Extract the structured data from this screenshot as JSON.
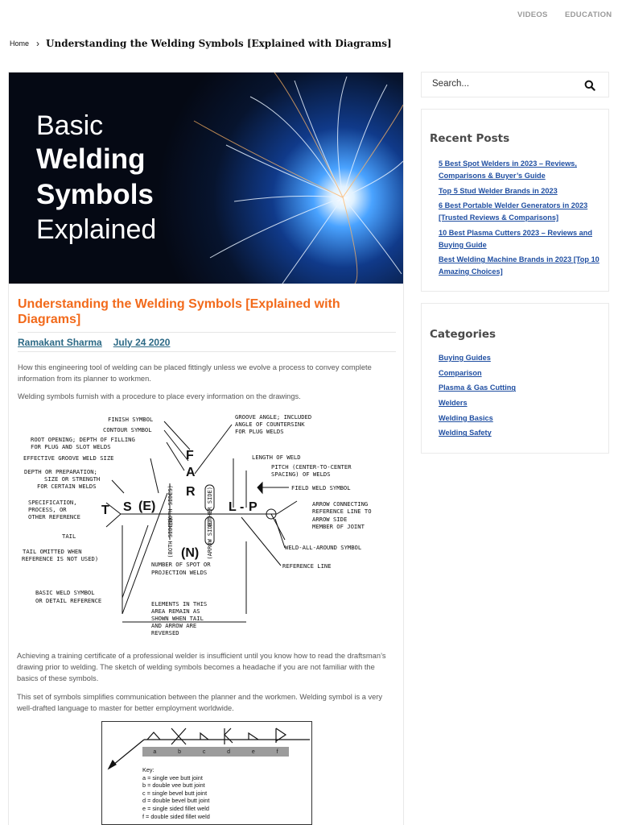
{
  "nav": {
    "videos": "VIDEOS",
    "education": "EDUCATION"
  },
  "breadcrumb": {
    "home": "Home",
    "separator": "›",
    "current": "Understanding the Welding Symbols [Explained with Diagrams]"
  },
  "hero": {
    "line1": "Basic",
    "line2": "Welding",
    "line3": "Symbols",
    "line4": "Explained"
  },
  "article": {
    "title": "Understanding the Welding Symbols [Explained with Diagrams]",
    "author": "Ramakant Sharma",
    "date": "July 24 2020",
    "p1": "How this engineering tool of welding can be placed fittingly unless we evolve a process to convey complete information from its planner to workmen.",
    "p2": "Welding symbols furnish with a procedure to place every information on the drawings.",
    "p3": "Achieving a training certificate of a professional welder is insufficient until you know how to read the draftsman’s drawing prior to welding. The sketch of welding symbols becomes a headache if you are not familiar with the basics of these symbols.",
    "p4": "This set of symbols simplifies communication between the planner and the workmen. Welding symbol is a very well-drafted language to master for better employment worldwide."
  },
  "diagram1": {
    "finish": "Finish symbol",
    "contour": "Contour symbol",
    "root1": "Root opening; depth of filling",
    "root2": "for plug and slot welds",
    "effective": "Effective groove weld size",
    "depth1": "Depth or preparation;",
    "depth2": "size or strength",
    "depth3": "for certain welds",
    "spec1": "Specification,",
    "spec2": "process, or",
    "spec3": "other reference",
    "tail": "Tail",
    "tailom1": "Tail omitted when",
    "tailom2": "reference is not used)",
    "basic1": "Basic weld symbol",
    "basic2": "or detail reference",
    "groove1": "Groove angle; included",
    "groove2": "angle of countersink",
    "groove3": "for plug welds",
    "length": "Length of weld",
    "pitch1": "Pitch (center-to-center",
    "pitch2": "spacing) of welds",
    "field": "Field weld symbol",
    "arrow1": "Arrow connecting",
    "arrow2": "reference line to",
    "arrow3": "arrow side",
    "arrow4": "member of joint",
    "weldall": "Weld-all-around symbol",
    "refline": "Reference line",
    "number1": "Number of spot or",
    "number2": "projection welds",
    "elements1": "Elements in this",
    "elements2": "area remain as",
    "elements3": "shown when tail",
    "elements4": "and arrow are",
    "elements5": "reversed",
    "bothsides": "(Both sides)",
    "arrowside": "(Arrow side)",
    "otherside": "(Other side)",
    "T": "T",
    "S": "S",
    "E": "(E)",
    "F": "F",
    "A": "A",
    "R": "R",
    "L": "L",
    "dash": "-",
    "P": "P",
    "N": "(N)"
  },
  "diagram2": {
    "cells": [
      "a",
      "b",
      "c",
      "d",
      "e",
      "f"
    ],
    "key_title": "Key:",
    "keys": [
      "a = single vee butt joint",
      "b = double vee butt joint",
      "c = single bevel butt joint",
      "d = double bevel butt joint",
      "e = single sided fillet weld",
      "f = double sided fillet weld"
    ]
  },
  "sidebar": {
    "search_placeholder": "Search...",
    "recent_title": "Recent Posts",
    "recent": [
      "5 Best Spot Welders in 2023 – Reviews, Comparisons & Buyer’s Guide",
      "Top 5 Stud Welder Brands in 2023",
      "6 Best Portable Welder Generators in 2023 [Trusted Reviews & Comparisons]",
      "10 Best Plasma Cutters 2023 – Reviews and Buying Guide",
      "Best Welding Machine Brands in 2023 [Top 10 Amazing Choices]"
    ],
    "categories_title": "Categories",
    "categories": [
      "Buying Guides",
      "Comparison",
      "Plasma & Gas Cutting",
      "Welders",
      "Welding Basics",
      "Welding Safety"
    ]
  },
  "colors": {
    "accent": "#f26a1b",
    "link": "#1f4ea1",
    "meta_link": "#2d6a86"
  }
}
